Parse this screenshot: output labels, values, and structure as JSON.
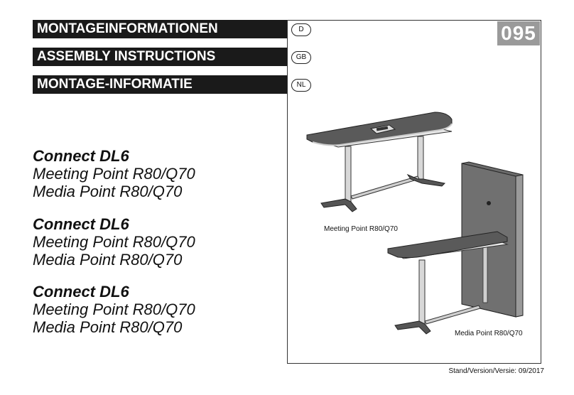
{
  "doc_number": "095",
  "headers": [
    {
      "text": "MONTAGEINFORMATIONEN",
      "lang": "D"
    },
    {
      "text": "ASSEMBLY INSTRUCTIONS",
      "lang": "GB"
    },
    {
      "text": "MONTAGE-INFORMATIE",
      "lang": "NL"
    }
  ],
  "products": [
    {
      "name": "Connect DL6",
      "line1": "Meeting Point R80/Q70",
      "line2": "Media Point R80/Q70"
    },
    {
      "name": "Connect DL6",
      "line1": "Meeting Point R80/Q70",
      "line2": "Media Point R80/Q70"
    },
    {
      "name": "Connect DL6",
      "line1": "Meeting Point R80/Q70",
      "line2": "Media Point R80/Q70"
    }
  ],
  "captions": {
    "meeting": "Meeting Point R80/Q70",
    "media": "Media Point R80/Q70"
  },
  "footer": "Stand/Version/Versie: 09/2017"
}
